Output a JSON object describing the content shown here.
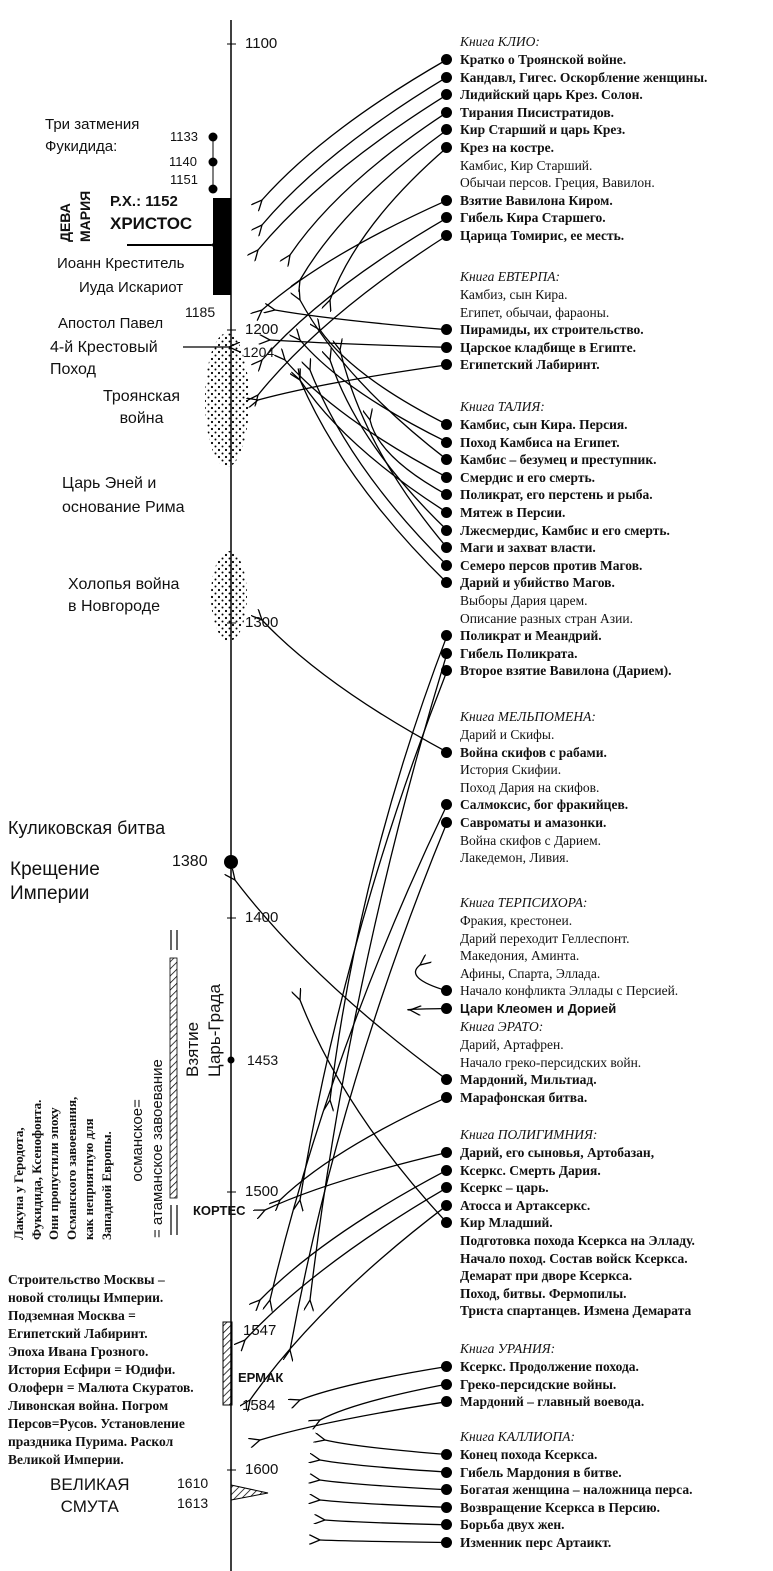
{
  "timeline": {
    "ticks": [
      "1100",
      "1200",
      "1300",
      "1400",
      "1500",
      "1600"
    ],
    "eclipses_label": [
      "Три затмения",
      "Фукидида:"
    ],
    "eclipse_years": [
      "1133",
      "1140",
      "1151"
    ],
    "deva_maria": [
      "ДЕВА",
      "МАРИЯ"
    ],
    "rx_label": "Р.Х.: 1152",
    "christ_label": "ХРИСТОС",
    "ioann": "Иоанн Креститель",
    "iuda": "Иуда Искариот",
    "year_1185": "1185",
    "apostol": "Апостол Павел",
    "crusade": [
      "4-й Крестовый",
      "Поход"
    ],
    "year_1204": "1204",
    "troy": [
      "Троянская",
      "война"
    ],
    "aeneas": [
      "Царь Эней и",
      "основание Рима"
    ],
    "holop": [
      "Холопья война",
      "в Новгороде"
    ],
    "kulikovo": "Куликовская битва",
    "baptism": [
      "Крещение",
      "Империи"
    ],
    "year_1380": "1380",
    "tsargrad": [
      "Взятие",
      "Царь-Града"
    ],
    "year_1453": "1453",
    "osman": [
      "османское=",
      "= атаманское завоевание"
    ],
    "lacuna": [
      "Лакуна у Геродота,",
      "Фукидида, Ксенофонта.",
      "Они пропустили эпоху",
      "Османского завоевания,",
      "как неприятную для",
      "Западной Европы."
    ],
    "cortes": "КОРТЕС",
    "moscow": [
      "Строительство Москвы –",
      "новой столицы Империи.",
      "Подземная Москва =",
      "Египетский Лабиринт.",
      "Эпоха Ивана Грозного.",
      "История Есфири = Юдифи.",
      "Олоферн = Малюта Скуратов.",
      "Ливонская война. Погром",
      "Персов=Русов. Установление",
      "праздника Пурима. Раскол",
      "Великой Империи."
    ],
    "year_1547": "1547",
    "ermak": "ЕРМАК",
    "year_1584": "1584",
    "smuta": [
      "ВЕЛИКАЯ",
      "СМУТА"
    ],
    "year_1610": "1610",
    "year_1613": "1613"
  },
  "books": [
    {
      "title": "Книга КЛИО:",
      "items": [
        {
          "t": "Кратко о Троянской войне.",
          "dot": true,
          "bold": true
        },
        {
          "t": "Кандавл, Гигес. Оскорбление женщины.",
          "dot": true,
          "bold": true
        },
        {
          "t": "Лидийский царь Крез. Солон.",
          "dot": true,
          "bold": true
        },
        {
          "t": "Тирания Писистратидов.",
          "dot": true,
          "bold": true
        },
        {
          "t": "Кир Старший и царь Крез.",
          "dot": true,
          "bold": true
        },
        {
          "t": "Крез на костре.",
          "dot": true,
          "bold": true
        },
        {
          "t": "Камбис, Кир Старший.",
          "dot": false,
          "bold": false
        },
        {
          "t": "Обычаи персов. Греция, Вавилон.",
          "dot": false,
          "bold": false
        },
        {
          "t": "Взятие Вавилона Киром.",
          "dot": true,
          "bold": true
        },
        {
          "t": "Гибель Кира Старшего.",
          "dot": true,
          "bold": true
        },
        {
          "t": "Царица Томирис,  ее месть.",
          "dot": true,
          "bold": true
        }
      ]
    },
    {
      "title": "Книга ЕВТЕРПА:",
      "items": [
        {
          "t": "Камбиз, сын Кира.",
          "dot": false,
          "bold": false
        },
        {
          "t": "Египет, обычаи, фараоны.",
          "dot": false,
          "bold": false
        },
        {
          "t": "Пирамиды, их строительство.",
          "dot": true,
          "bold": true
        },
        {
          "t": "Царское кладбище в Египте.",
          "dot": true,
          "bold": true
        },
        {
          "t": "Египетский Лабиринт.",
          "dot": true,
          "bold": true
        }
      ]
    },
    {
      "title": "Книга ТАЛИЯ:",
      "items": [
        {
          "t": "Камбис, сын Кира. Персия.",
          "dot": true,
          "bold": true
        },
        {
          "t": "Поход Камбиса на Египет.",
          "dot": true,
          "bold": true
        },
        {
          "t": "Камбис – безумец и преступник.",
          "dot": true,
          "bold": true
        },
        {
          "t": "Смердис и его смерть.",
          "dot": true,
          "bold": true
        },
        {
          "t": "Поликрат, его перстень и рыба.",
          "dot": true,
          "bold": true
        },
        {
          "t": "Мятеж в Персии.",
          "dot": true,
          "bold": true
        },
        {
          "t": "Лжесмердис, Камбис и его смерть.",
          "dot": true,
          "bold": true
        },
        {
          "t": "Маги и захват власти.",
          "dot": true,
          "bold": true
        },
        {
          "t": "Семеро персов против Магов.",
          "dot": true,
          "bold": true
        },
        {
          "t": "Дарий и убийство Магов.",
          "dot": true,
          "bold": true
        },
        {
          "t": "Выборы Дария царем.",
          "dot": false,
          "bold": false
        },
        {
          "t": "Описание разных стран Азии.",
          "dot": false,
          "bold": false
        },
        {
          "t": "Поликрат и Меандрий.",
          "dot": true,
          "bold": true
        },
        {
          "t": "Гибель Поликрата.",
          "dot": true,
          "bold": true
        },
        {
          "t": "Второе взятие Вавилона (Дарием).",
          "dot": true,
          "bold": true
        }
      ]
    },
    {
      "title": "Книга МЕЛЬПОМЕНА:",
      "items": [
        {
          "t": "Дарий и Скифы.",
          "dot": false,
          "bold": false
        },
        {
          "t": "Война скифов с рабами.",
          "dot": true,
          "bold": true
        },
        {
          "t": "История Скифии.",
          "dot": false,
          "bold": false
        },
        {
          "t": "Поход Дария на скифов.",
          "dot": false,
          "bold": false
        },
        {
          "t": "Салмоксис, бог фракийцев.",
          "dot": true,
          "bold": true
        },
        {
          "t": "Савроматы и амазонки.",
          "dot": true,
          "bold": true
        },
        {
          "t": "Война скифов с Дарием.",
          "dot": false,
          "bold": false
        },
        {
          "t": "Лакедемон, Ливия.",
          "dot": false,
          "bold": false
        }
      ]
    },
    {
      "title": "Книга ТЕРПСИХОРА:",
      "items": [
        {
          "t": "Фракия, крестонеи.",
          "dot": false,
          "bold": false
        },
        {
          "t": "Дарий переходит Геллеспонт.",
          "dot": false,
          "bold": false
        },
        {
          "t": "Македония, Аминта.",
          "dot": false,
          "bold": false
        },
        {
          "t": "Афины, Спарта, Эллада.",
          "dot": false,
          "bold": false
        },
        {
          "t": "Начало конфликта Эллады с Персией.",
          "dot": true,
          "bold": false
        },
        {
          "t": "Цари Клеомен и Дорией",
          "dot": true,
          "bold": true,
          "sans": true
        }
      ]
    },
    {
      "title": "Книга ЭРАТО:",
      "items": [
        {
          "t": "Дарий, Артафрен.",
          "dot": false,
          "bold": false
        },
        {
          "t": "Начало греко-персидских войн.",
          "dot": false,
          "bold": false
        },
        {
          "t": "Мардоний,  Мильтиад.",
          "dot": true,
          "bold": true
        },
        {
          "t": "Марафонская битва.",
          "dot": true,
          "bold": true
        }
      ]
    },
    {
      "title": "Книга ПОЛИГИМНИЯ:",
      "items": [
        {
          "t": "Дарий, его сыновья, Артобазан,",
          "dot": true,
          "bold": true
        },
        {
          "t": "Ксеркс. Смерть Дария.",
          "dot": true,
          "bold": true
        },
        {
          "t": "Ксеркс – царь.",
          "dot": true,
          "bold": true
        },
        {
          "t": "Атосса и Артаксеркс.",
          "dot": true,
          "bold": true
        },
        {
          "t": "Кир Младший.",
          "dot": true,
          "bold": true
        },
        {
          "t": "Подготовка похода Ксеркса на Элладу.",
          "dot": false,
          "bold": true
        },
        {
          "t": "Начало поход. Состав войск Ксеркса.",
          "dot": false,
          "bold": true
        },
        {
          "t": "Демарат при дворе Ксеркса.",
          "dot": false,
          "bold": true
        },
        {
          "t": "Поход, битвы. Фермопилы.",
          "dot": false,
          "bold": true
        },
        {
          "t": "Триста спартанцев. Измена Демарата",
          "dot": false,
          "bold": true
        }
      ]
    },
    {
      "title": "Книга УРАНИЯ:",
      "items": [
        {
          "t": "Ксеркс. Продолжение похода.",
          "dot": true,
          "bold": true
        },
        {
          "t": "Греко-персидские войны.",
          "dot": true,
          "bold": true
        },
        {
          "t": "Мардоний – главный воевода.",
          "dot": true,
          "bold": true
        }
      ]
    },
    {
      "title": "Книга КАЛЛИОПА:",
      "items": [
        {
          "t": "Конец похода Ксеркса.",
          "dot": true,
          "bold": true
        },
        {
          "t": "Гибель Мардония в битве.",
          "dot": true,
          "bold": true
        },
        {
          "t": "Богатая женщина – наложница перса.",
          "dot": true,
          "bold": true
        },
        {
          "t": "Возвращение Ксеркса в Персию.",
          "dot": true,
          "bold": true
        },
        {
          "t": "Борьба двух жен.",
          "dot": true,
          "bold": true
        },
        {
          "t": "Изменник перс Артаикт.",
          "dot": true,
          "bold": true
        }
      ]
    }
  ]
}
